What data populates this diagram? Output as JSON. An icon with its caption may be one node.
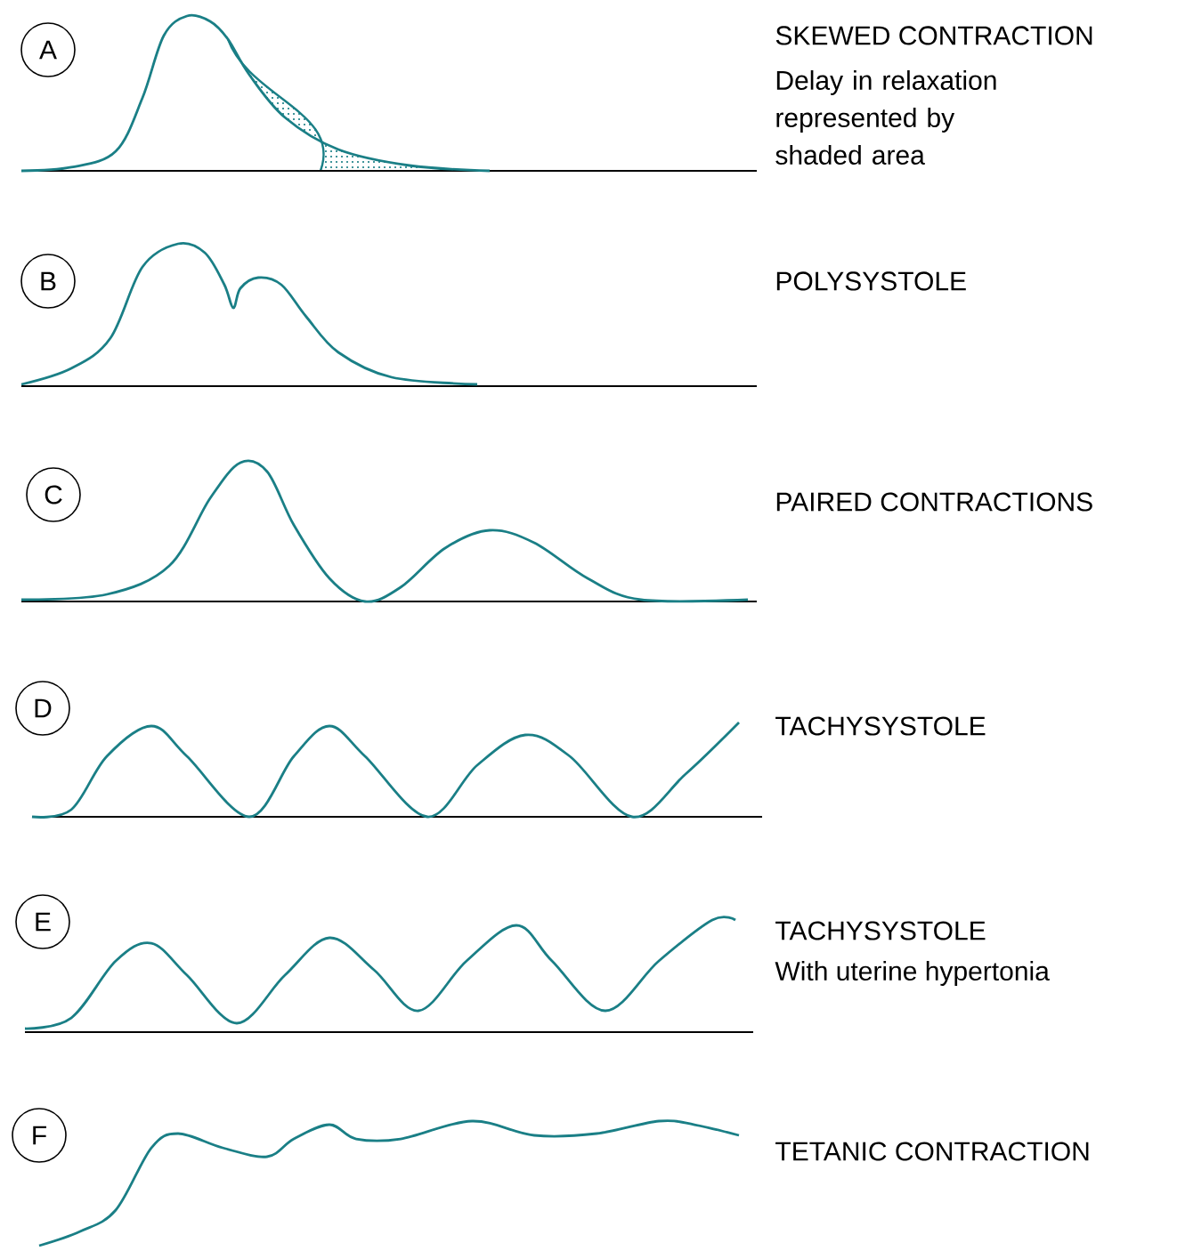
{
  "diagram": {
    "nodes": [
      {
        "text": [
          "A"
        ]
      },
      {
        "text": [
          "B"
        ]
      },
      {
        "text": [
          "C"
        ]
      },
      {
        "text": [
          "D"
        ]
      },
      {
        "text": [
          "E"
        ]
      },
      {
        "text": [
          "F"
        ]
      }
    ],
    "labels": [
      "SKEWED CONTRACTION",
      "Delay in relaxation represented by shaded area",
      "POLYSYSTOLE",
      "PAIRED CONTRACTIONS",
      "TACHYSYSTOLE",
      "TACHYSYSTOLE",
      "With uterine hypertonia",
      "TETANIC CONTRACTION"
    ]
  }
}
